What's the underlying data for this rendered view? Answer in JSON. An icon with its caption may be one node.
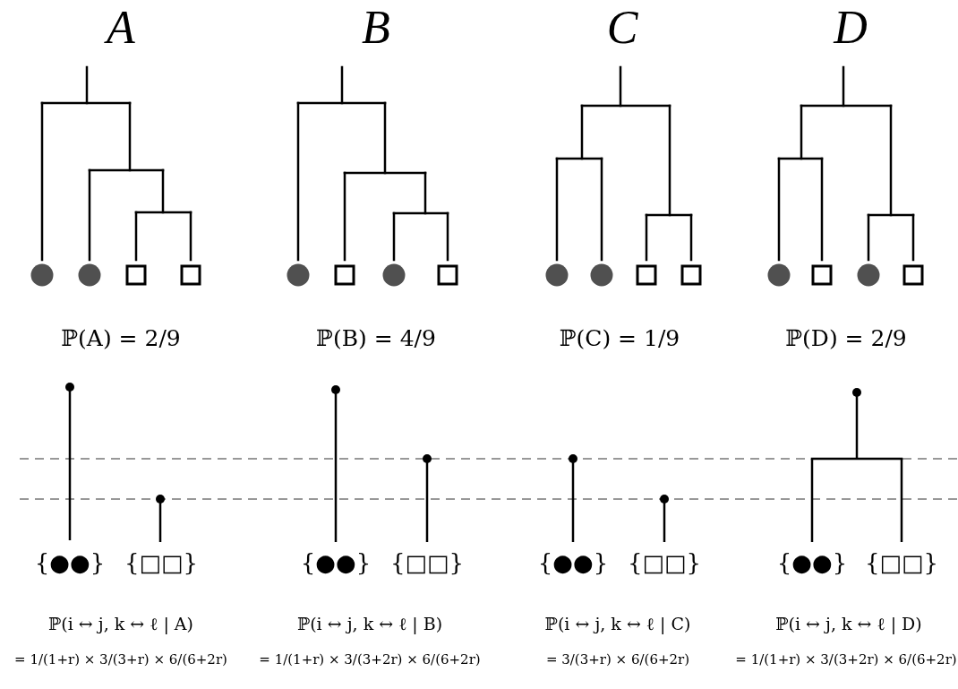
{
  "diagram": {
    "labels": [
      "A",
      "B",
      "C",
      "D",
      "ℙ(A) = 2/9",
      "ℙ(B) = 4/9",
      "ℙ(C) = 1/9",
      "ℙ(D) = 2/9",
      "{●●}",
      "{□□}",
      "{●●}",
      "{□□}",
      "{●●}",
      "{□□}",
      "{●●}",
      "{□□}",
      "ℙ(i ↔ j, k ↔ ℓ | A)",
      "ℙ(i ↔ j, k ↔ ℓ | B)",
      "ℙ(i ↔ j, k ↔ ℓ | C)",
      "ℙ(i ↔ j, k ↔ ℓ | D)",
      "= 1/(1+r) × 3/(3+r) × 6/(6+2r)",
      "= 1/(1+r) × 3/(3+2r) × 6/(6+2r)",
      "= 3/(3+r) × 6/(6+2r)",
      "= 1/(1+r) × 3/(3+2r) × 6/(6+2r)"
    ]
  }
}
